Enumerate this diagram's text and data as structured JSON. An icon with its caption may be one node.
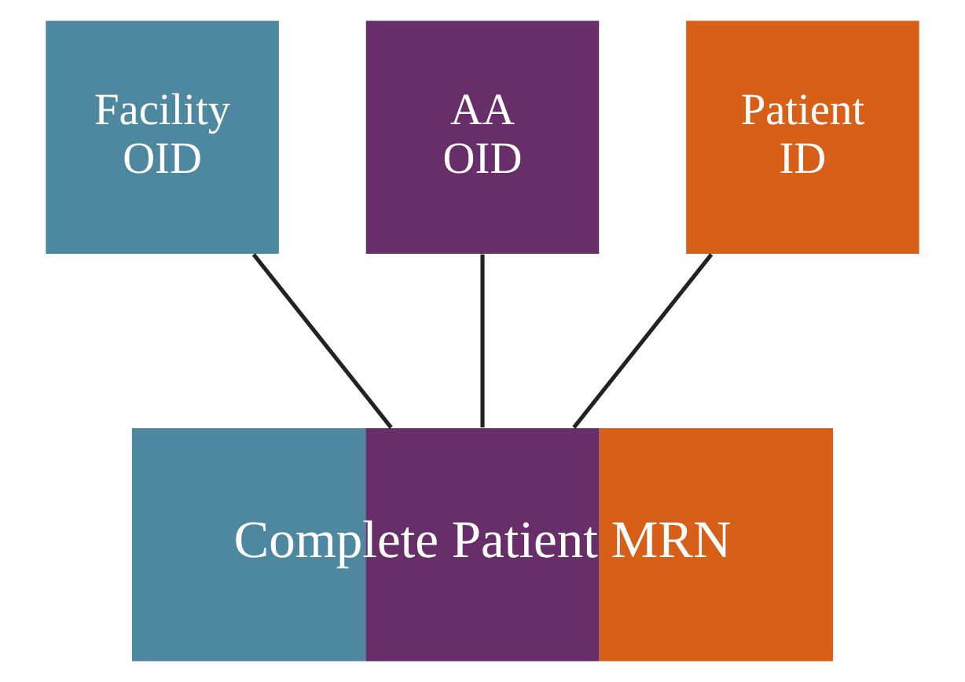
{
  "diagram": {
    "nodes": [
      {
        "text": [
          "Facility OID"
        ]
      },
      {
        "text": [
          "AA OID"
        ]
      },
      {
        "text": [
          "Patient ID"
        ]
      },
      {
        "text": [
          "Complete Patient MRN"
        ]
      }
    ],
    "edges": [
      {
        "from": 0,
        "to": 3,
        "arrow": "none"
      },
      {
        "from": 1,
        "to": 3,
        "arrow": "none"
      },
      {
        "from": 2,
        "to": 3,
        "arrow": "none"
      }
    ]
  }
}
